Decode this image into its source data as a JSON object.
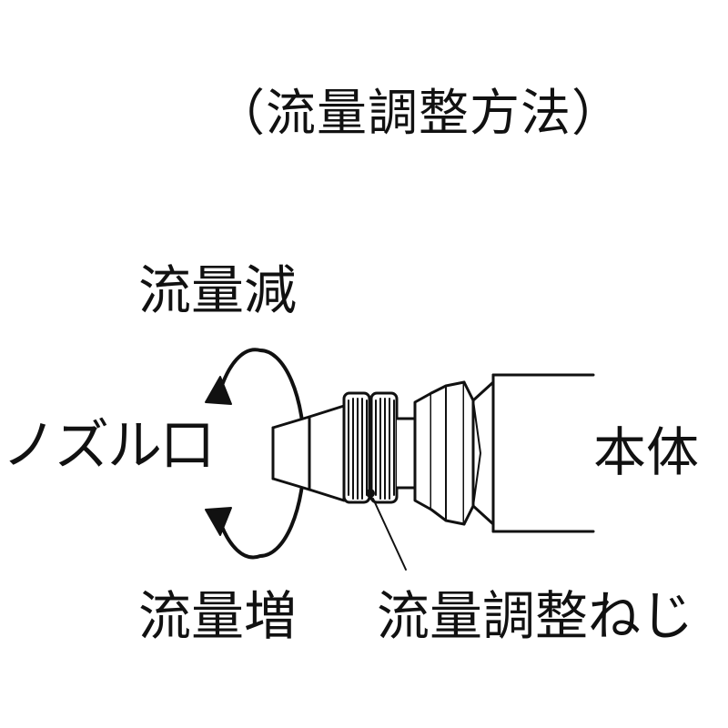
{
  "title": "（流量調整方法）",
  "labels": {
    "flow_decrease": "流量減",
    "flow_increase": "流量増",
    "nozzle": "ノズル口",
    "body": "本体",
    "adjust_screw": "流量調整ねじ"
  },
  "colors": {
    "ink": "#111111",
    "background": "#ffffff"
  }
}
